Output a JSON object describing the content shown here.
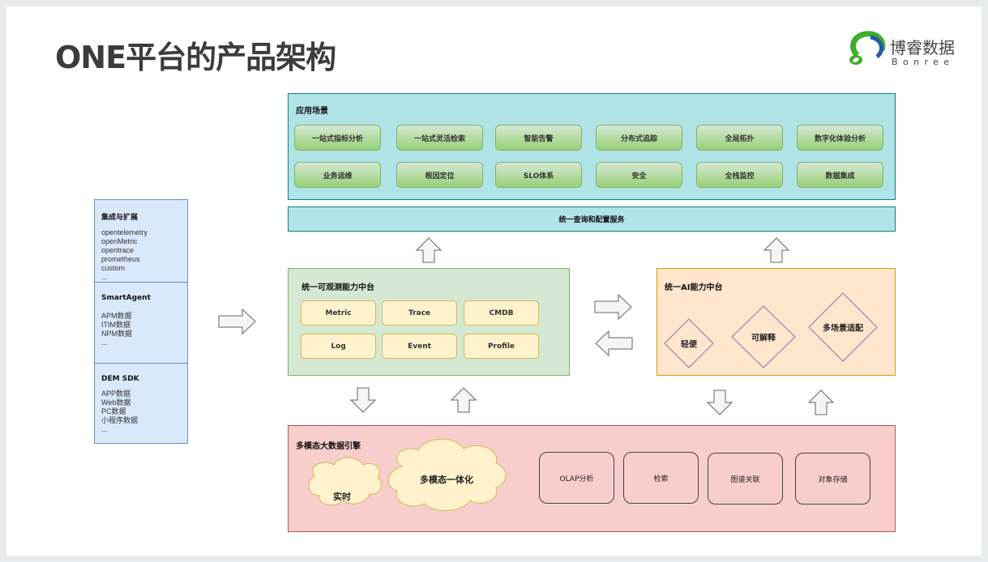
{
  "title": "ONE平台的产品架构",
  "logo": {
    "name_cn": "博睿数据",
    "name_en": "Bonree",
    "colors": {
      "green": "#3fae2a",
      "blue": "#1e5aa8"
    }
  },
  "integration": {
    "sections": [
      {
        "title": "集成与扩展",
        "items": [
          "opentelemetry",
          "openMetric",
          "opentrace",
          "prometheus",
          "custom",
          "..."
        ]
      },
      {
        "title": "SmartAgent",
        "items": [
          "APM数据",
          "ITIM数据",
          "NPM数据",
          "..."
        ]
      },
      {
        "title": "DEM SDK",
        "items": [
          "APP数据",
          "Web数据",
          "PC数据",
          "小程序数据",
          "..."
        ]
      }
    ]
  },
  "scenarios": {
    "title": "应用场景",
    "row1": [
      "一站式指标分析",
      "一站式灵活检索",
      "智能告警",
      "分布式追踪",
      "全局拓扑",
      "数字化体验分析"
    ],
    "row2": [
      "业务运维",
      "根因定位",
      "SLO体系",
      "安全",
      "全栈监控",
      "数据集成"
    ]
  },
  "query_service": "统一查询和配置服务",
  "observability": {
    "title": "统一可观测能力中台",
    "items": [
      "Metric",
      "Trace",
      "CMDB",
      "Log",
      "Event",
      "Profile"
    ]
  },
  "ai": {
    "title": "统一AI能力中台",
    "items": [
      "轻便",
      "可解释",
      "多场景适配"
    ]
  },
  "engine": {
    "title": "多模态大数据引擎",
    "clouds": [
      "实时",
      "多模态一体化"
    ],
    "boxes": [
      "OLAP分析",
      "检索",
      "图谱关联",
      "对象存储"
    ]
  },
  "colors": {
    "scenario_bg": "#b0e3e6",
    "observability_bg": "#d5e8d4",
    "ai_bg": "#ffe6cc",
    "engine_bg": "#f8cecc",
    "integration_bg": "#dae8fc"
  }
}
